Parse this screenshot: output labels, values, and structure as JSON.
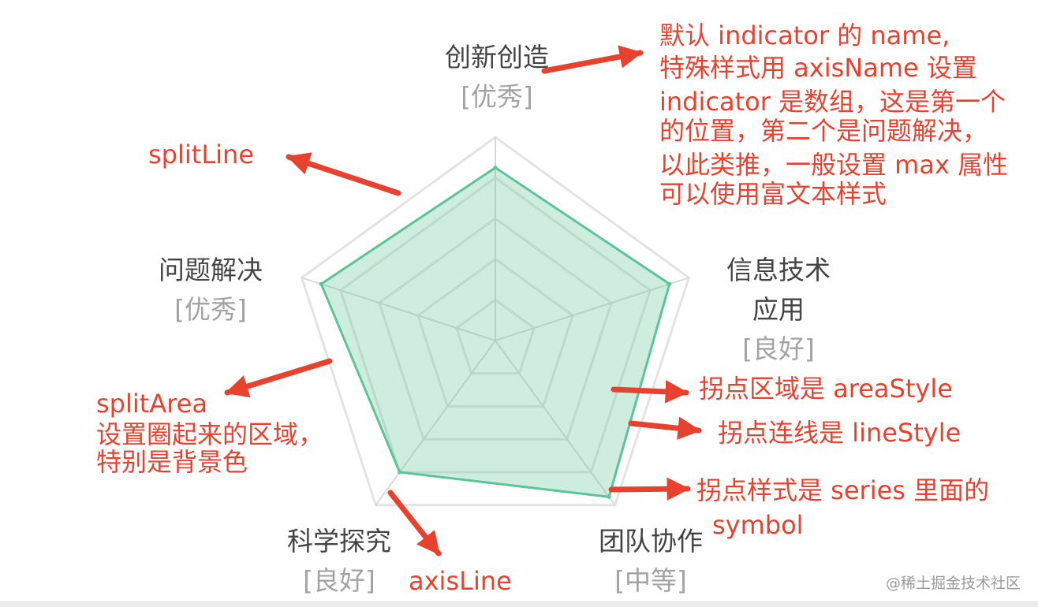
{
  "chart_data": {
    "type": "radar",
    "indicators": [
      {
        "name": "创新创造",
        "grade": "[优秀]",
        "max": 100
      },
      {
        "name": "问题解决",
        "grade": "[优秀]",
        "max": 100
      },
      {
        "name": "科学探究",
        "grade": "[良好]",
        "max": 100
      },
      {
        "name": "团队协作",
        "grade": "[中等]",
        "max": 100
      },
      {
        "name": [
          "信息技术",
          "应用"
        ],
        "grade": "[良好]",
        "max": 100
      }
    ],
    "series": [
      {
        "values": [
          85,
          90,
          80,
          95,
          90
        ],
        "color": "#5cc598",
        "area_color": "rgba(106,200,154,0.32)"
      }
    ],
    "split_number": 5,
    "split_line_color": "#e3e3e3",
    "axis_line_color": "#d9d9d9",
    "split_area_colors": [
      "#ffffff",
      "#ffffff"
    ]
  },
  "annotations": [
    {
      "id": "indicator",
      "lines": [
        "默认 indicator 的 name,",
        "特殊样式用 axisName 设置",
        "indicator 是数组，这是第一个",
        "的位置，第二个是问题解决，",
        "以此类推，一般设置 max 属性",
        "可以使用富文本样式"
      ]
    },
    {
      "id": "splitLine",
      "lines": [
        "splitLine"
      ]
    },
    {
      "id": "splitArea",
      "lines": [
        "splitArea",
        "设置圈起来的区域，",
        "特别是背景色"
      ]
    },
    {
      "id": "areaStyle",
      "lines": [
        "拐点区域是 areaStyle"
      ]
    },
    {
      "id": "lineStyle",
      "lines": [
        "拐点连线是 lineStyle"
      ]
    },
    {
      "id": "symbol",
      "lines": [
        "拐点样式是 series 里面的",
        "symbol"
      ]
    },
    {
      "id": "axisLine",
      "lines": [
        "axisLine"
      ]
    }
  ],
  "annotation_color": "#e8422f",
  "watermark": "@稀土掘金技术社区"
}
